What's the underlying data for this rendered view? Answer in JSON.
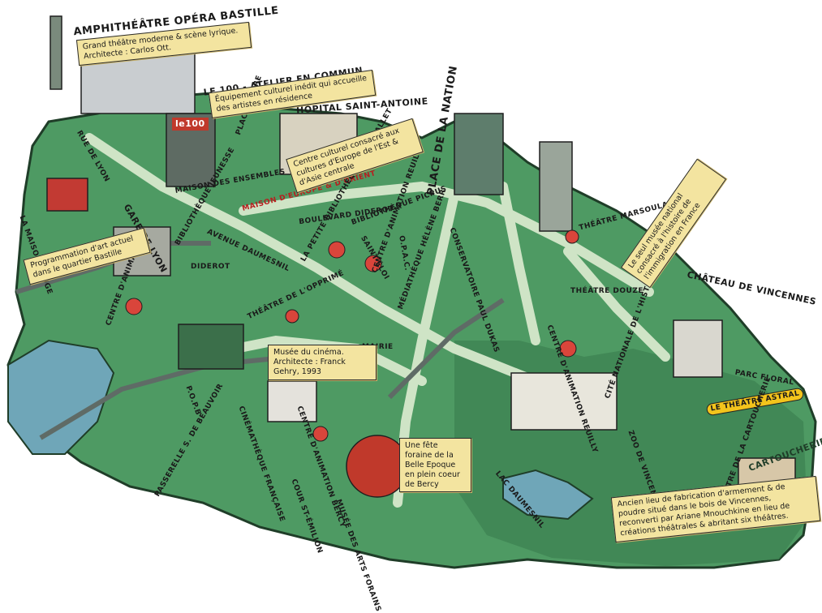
{
  "map": {
    "colors": {
      "land": "#4e9a63",
      "land_dark": "#3a7a4c",
      "road": "#cfe4c6",
      "rail": "#5f6b66",
      "scroll": "#f3e4a0",
      "accent_red": "#d9453b"
    },
    "places": {
      "opera": "AMPHITHÉÂTRE OPÉRA BASTILLE",
      "atelier": "LE 100 - ATELIER EN COMMUN",
      "hopital": "HÔPITAL SAINT-ANTOINE",
      "nation": "PLACE DE LA NATION",
      "maison_rouge": "LA MAISON ROUGE",
      "gare_lyon": "GARE DE LYON",
      "place_aligre": "PLACE ALIGRE",
      "maison_ensembles": "MAISON DES ENSEMBLES",
      "maison_europe": "MAISON D'EUROPE & D'ORIENT",
      "bibliotheque_jeunesse": "BIBLIOTHÈQUE JEUNESSE",
      "diderot_bib": "DIDEROT",
      "theatre_opprime": "THÉÂTRE DE L'OPPRIMÉ",
      "cent_animation": "CENTRE D'ANIMATION",
      "bib_montgallet": "LA PETITE BIBLIOTHÈQUE MONTGALLET",
      "saint_eloi": "SAINT-ÉLOI",
      "centre_reuilly": "CENTRE D'ANIMATION REUILLY",
      "mediatheque": "MÉDIATHÈQUE HÉLÈNE BERR",
      "bib_picpus": "BIBLIOTHÈQUE PICPUS",
      "conservatoire": "CONSERVATOIRE PAUL DUKAS",
      "theatre_marsoulan": "THÉÂTRE MARSOULAN",
      "theatre_douze": "THÉÂTRE DOUZE",
      "centre_reuilly2": "CENTRE D'ANIMATION REUILLY",
      "opac": "O.P.A.C.",
      "mairie": "MAIRIE",
      "chateau": "CHÂTEAU DE VINCENNES",
      "parc_floral": "PARC FLORAL",
      "theatre_astral": "LE THÉÂTRE ASTRAL",
      "cartoucherie": "THÉÂTRE DE LA CARTOUCHERIE",
      "cartoucherie_sign": "CARTOUCHERIE",
      "zoo": "ZOO DE VINCENNES",
      "lac": "LAC DAUMESNIL",
      "cite_immigration": "CITÉ NATIONALE DE L'HISTOIRE DE L'IMMIGRATION",
      "cinematheque": "CINÉMATHÈQUE FRANÇAISE",
      "passerelle": "PASSERELLE S. DE BEAUVOIR",
      "cour": "COUR ST-ÉMILION",
      "musee_forains": "MUSÉE DES ARTS FORAINS",
      "popb": "P.O.P.B",
      "centre_bercy": "CENTRE D'ANIMATION BERCY",
      "avenue_daumesnil": "AVENUE DAUMESNIL",
      "boulevard_diderot": "BOULEVARD DIDEROT",
      "rue_lyon": "RUE DE LYON",
      "le100_sign": "le100"
    },
    "scrolls": {
      "opera_desc": "Grand théâtre moderne & scène lyrique. Architecte : Carlos Ott.",
      "atelier_desc": "Équipement culturel inédit qui accueille des artistes en résidence",
      "centre_culturel": "Centre culturel consacré aux cultures d'Europe de l'Est & d'Asie centrale",
      "programmation": "Programmation d'art actuel dans le quartier Bastille",
      "cinema_desc": "Musée du cinéma. Architecte : Franck Gehry, 1993",
      "fete_foraine": "Une fête foraine de la Belle Epoque en plein coeur de Bercy",
      "immigration": "Le seul musée national consacré à l'histoire de l'immigration en France",
      "cartoucherie_desc": "Ancien lieu de fabrication d'armement & de poudre situé dans le bois de Vincennes, reconverti par Ariane Mnouchkine en lieu de créations théâtrales & abritant six théâtres."
    }
  }
}
